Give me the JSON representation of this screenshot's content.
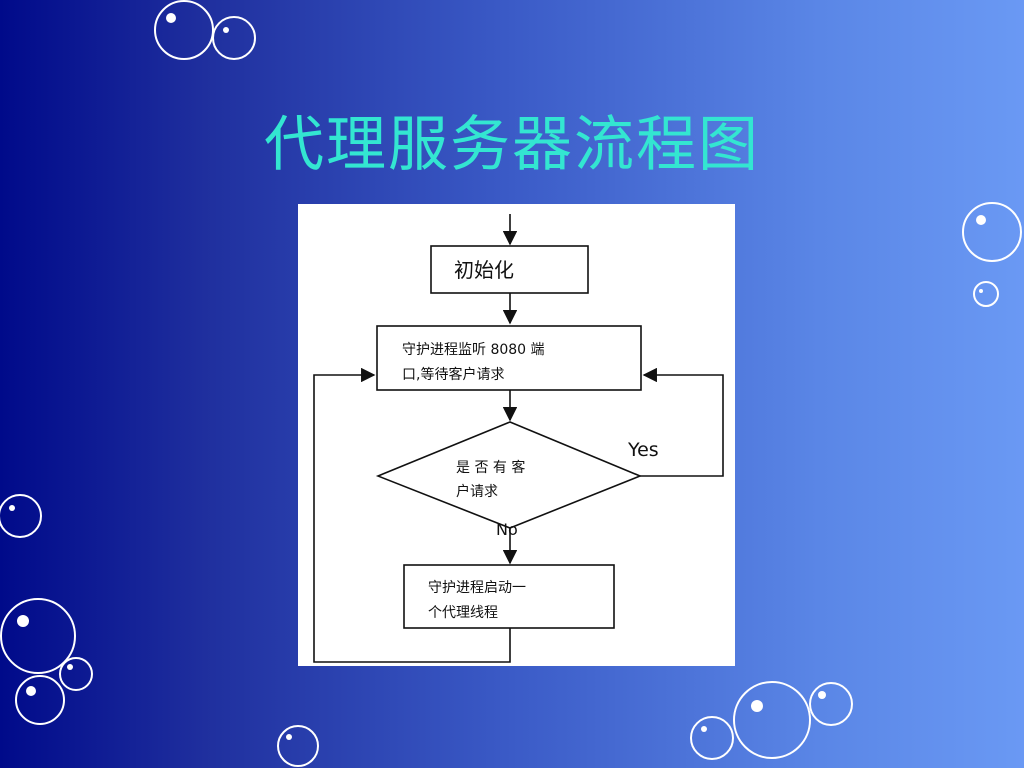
{
  "slide": {
    "title": "代理服务器流程图"
  },
  "colors": {
    "title": "#33e6d1",
    "bubble": "#ffffff",
    "panel": "#ffffff",
    "ink": "#111111"
  },
  "flowchart": {
    "nodes": {
      "init": "初始化",
      "listen_line1": "守护进程监听 8080 端",
      "listen_line2": "口,等待客户请求",
      "decision_line1": "是 否 有 客",
      "decision_line2": "户请求",
      "spawn_line1": "守护进程启动一",
      "spawn_line2": "个代理线程"
    },
    "edge_labels": {
      "yes": "Yes",
      "no": "No"
    }
  }
}
